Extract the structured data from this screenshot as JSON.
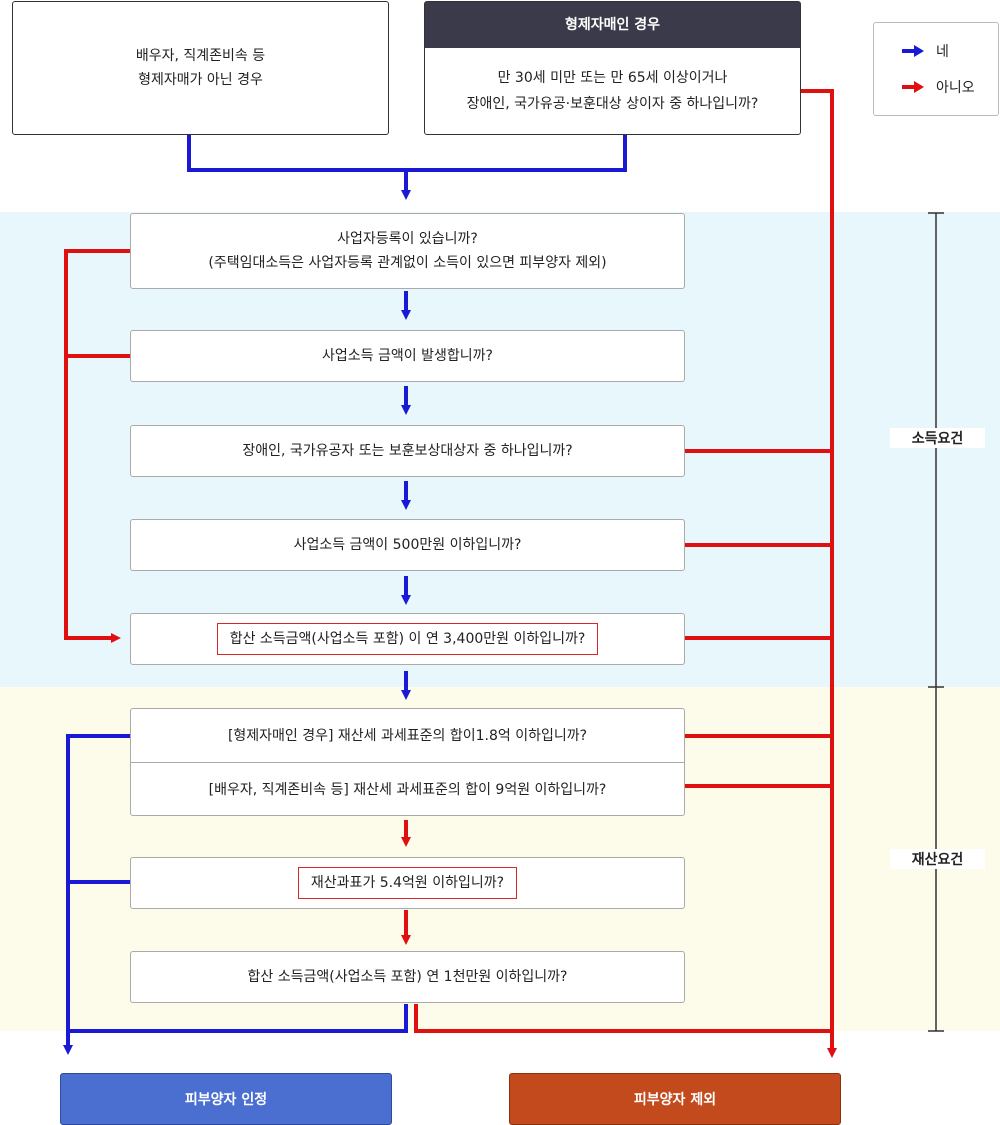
{
  "start_left": {
    "line1": "배우자, 직계존비속 등",
    "line2": "형제자매가 아닌 경우"
  },
  "start_right": {
    "header": "형제자매인 경우",
    "line1": "만 30세 미만 또는 만 65세 이상이거나",
    "line2": "장애인, 국가유공·보훈대상 상이자 중 하나입니까?"
  },
  "legend": {
    "yes": "네",
    "no": "아니오"
  },
  "income_section": {
    "label": "소득요건",
    "q1_line1": "사업자등록이 있습니까?",
    "q1_line2": "(주택임대소득은 사업자등록 관계없이 소득이 있으면 피부양자 제외)",
    "q2": "사업소득 금액이 발생합니까?",
    "q3": "장애인, 국가유공자 또는 보훈보상대상자 중 하나입니까?",
    "q4": "사업소득 금액이 500만원 이하입니까?",
    "q5": "합산 소득금액(사업소득 포함) 이 연 3,400만원 이하입니까?"
  },
  "asset_section": {
    "label": "재산요건",
    "q6a": "[형제자매인 경우] 재산세 과세표준의 합이1.8억 이하입니까?",
    "q6b": "[배우자, 직계존비속 등] 재산세 과세표준의 합이 9억원 이하입니까?",
    "q7": "재산과표가 5.4억원 이하입니까?",
    "q8": "합산 소득금액(사업소득 포함) 연 1천만원 이하입니까?"
  },
  "results": {
    "approved": "피부양자 인정",
    "excluded": "피부양자 제외"
  },
  "colors": {
    "yes": "#1a1ad6",
    "no": "#e01010"
  }
}
